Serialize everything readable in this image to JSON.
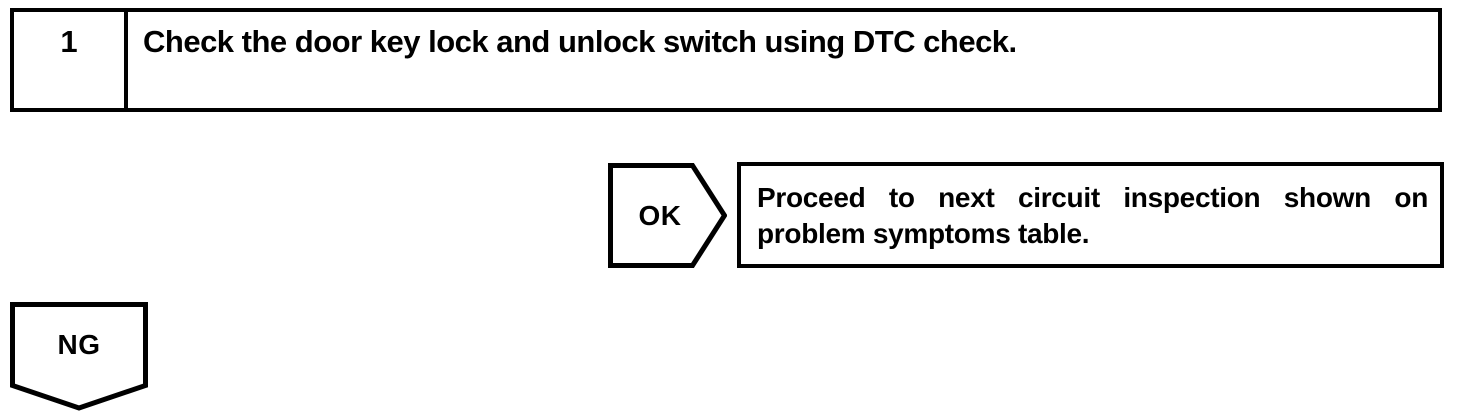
{
  "colors": {
    "ink": "#000000",
    "paper": "#ffffff"
  },
  "flowchart": {
    "step": {
      "number": "1",
      "instruction": "Check the door key lock and unlock switch using DTC check."
    },
    "ok": {
      "label": "OK",
      "result_lines": [
        "Proceed to next circuit inspection shown on",
        "problem symptoms table."
      ]
    },
    "ng": {
      "label": "NG"
    }
  }
}
